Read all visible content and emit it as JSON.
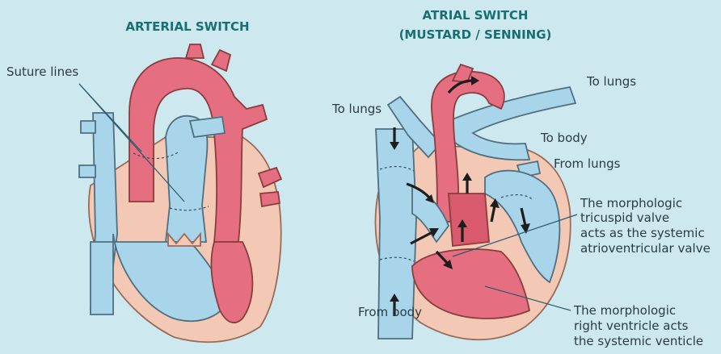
{
  "left_panel": {
    "title": "ARTERIAL SWITCH",
    "labels": {
      "suture": "Suture lines"
    }
  },
  "right_panel": {
    "title_line1": "ATRIAL SWITCH",
    "title_line2": "(MUSTARD / SENNING)",
    "labels": {
      "to_lungs_left": "To lungs",
      "to_lungs_right": "To lungs",
      "to_body": "To body",
      "from_lungs": "From lungs",
      "from_body": "From body",
      "tricuspid_line1": "The morphologic",
      "tricuspid_line2": "tricuspid valve",
      "tricuspid_line3": "acts as the systemic",
      "tricuspid_line4": "atrioventricular valve",
      "ventricle_line1": "The morphologic",
      "ventricle_line2": "right ventricle acts",
      "ventricle_line3": "the systemic venticle"
    }
  },
  "colors": {
    "background": "#cde9ef",
    "title": "#17706f",
    "oxygenated": "#e56e80",
    "deoxygenated": "#a9d5ea",
    "muscle": "#f3c9b6"
  }
}
